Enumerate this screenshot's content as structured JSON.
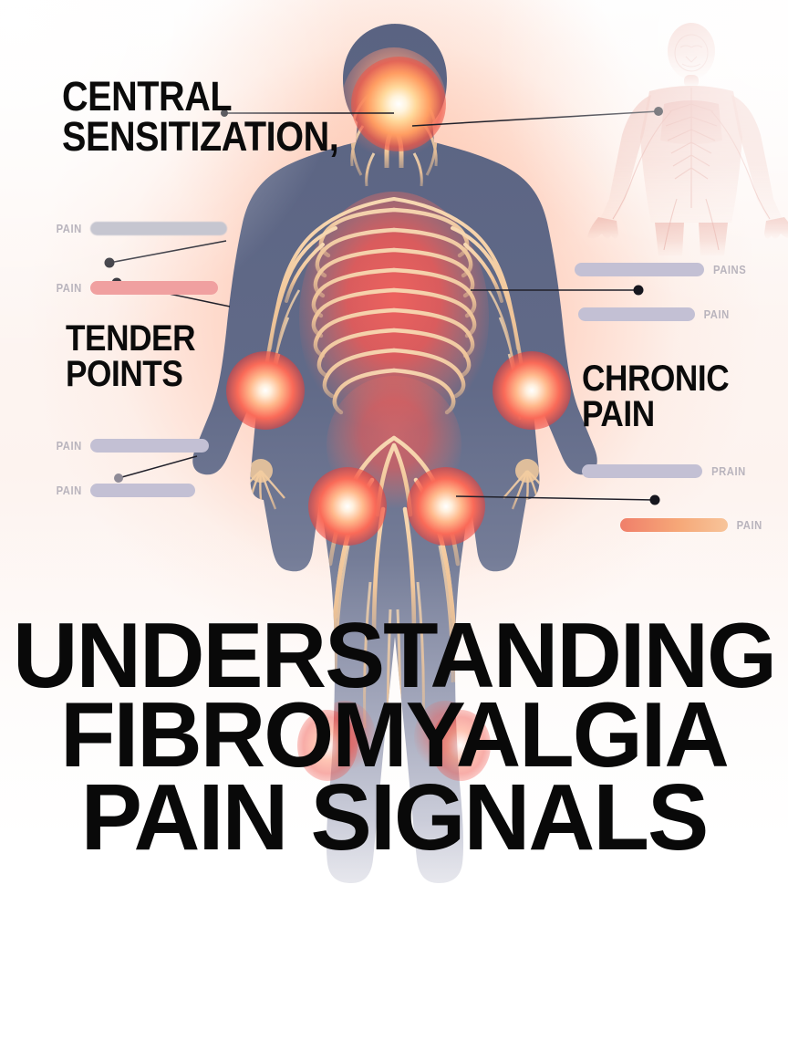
{
  "poster": {
    "title_lines": [
      "UNDERSTANDING",
      "FIBROMYALGIA",
      "PAIN SIGNALS"
    ],
    "background_accent": "#ff9673",
    "text_color": "#090909"
  },
  "callouts": [
    {
      "id": "central-sensitization",
      "text": "CENTRAL SENSITIZATION,"
    },
    {
      "id": "tender-points",
      "text": "TENDER POINTS"
    },
    {
      "id": "chronic-pain",
      "text": "CHRONIC PAIN"
    }
  ],
  "meters": {
    "left": [
      {
        "label": "PAIN",
        "style": "violet",
        "track_width": 150
      },
      {
        "label": "PAIN",
        "style": "rose",
        "track_width": 140
      },
      {
        "label": "PAIN",
        "style": "violet",
        "track_width": 130
      },
      {
        "label": "PAIN",
        "style": "violet",
        "track_width": 115
      }
    ],
    "right": [
      {
        "label": "PAINS",
        "style": "violet",
        "track_width": 142
      },
      {
        "label": "PAIN",
        "style": "violet",
        "track_width": 128
      },
      {
        "label": "PRAIN",
        "style": "violet",
        "track_width": 132
      },
      {
        "label": "PAIN",
        "style": "gradient",
        "track_width": 118
      }
    ]
  },
  "anatomy": {
    "main_figure_name": "nervous-system-body-diagram",
    "ghost_figure_name": "secondary-anatomy-figure",
    "hotspots": [
      {
        "name": "brain-hotspot",
        "region": "head"
      },
      {
        "name": "elbow-hotspot-left",
        "region": "left-elbow"
      },
      {
        "name": "elbow-hotspot-right",
        "region": "right-elbow"
      },
      {
        "name": "hip-hotspot-left",
        "region": "left-hip"
      },
      {
        "name": "hip-hotspot-right",
        "region": "right-hip"
      },
      {
        "name": "knee-hotspot-left",
        "region": "left-knee"
      },
      {
        "name": "knee-hotspot-right",
        "region": "right-knee"
      }
    ],
    "colors": {
      "body_silhouette": "#5d6785",
      "nerve_fiber": "#f2c79a",
      "inflamed_core": "#e8534f",
      "glow_center": "#ffffff",
      "ghost_tint": "#e8a99e"
    }
  }
}
